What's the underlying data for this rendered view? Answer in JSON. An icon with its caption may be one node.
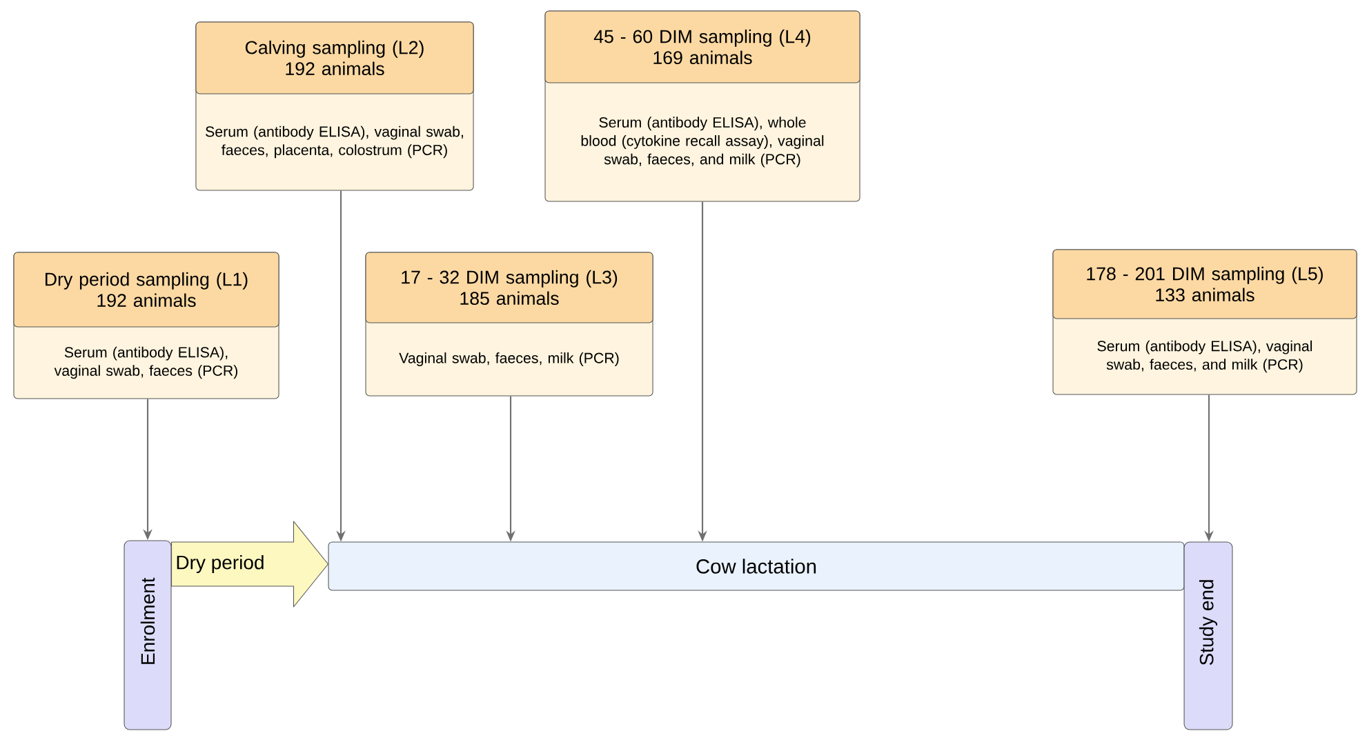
{
  "diagram": {
    "nodes": [
      {
        "text": [
          "Dry period sampling (L1)",
          "192 animals",
          "Serum (antibody ELISA), vaginal swab, faeces (PCR)"
        ]
      },
      {
        "text": [
          "Calving sampling (L2)",
          "192 animals",
          "Serum (antibody ELISA), vaginal swab, faeces, placenta, colostrum (PCR)"
        ]
      },
      {
        "text": [
          "17 - 32 DIM sampling (L3)",
          "185 animals",
          "Vaginal swab, faeces, milk (PCR)"
        ]
      },
      {
        "text": [
          "45 - 60 DIM sampling (L4)",
          "169 animals",
          "Serum (antibody ELISA), whole blood (cytokine recall assay), vaginal swab, faeces, and milk (PCR)"
        ]
      },
      {
        "text": [
          "178 - 201 DIM sampling (L5)",
          "133 animals",
          "Serum (antibody ELISA), vaginal swab, faeces, and milk (PCR)"
        ]
      },
      {
        "text": [
          "Enrolment"
        ]
      },
      {
        "text": [
          "Cow lactation"
        ]
      },
      {
        "text": [
          "Study end"
        ]
      }
    ],
    "edges": [
      {
        "from": 0,
        "to": 5,
        "arrow": "to"
      },
      {
        "from": 1,
        "to": 6,
        "arrow": "to"
      },
      {
        "from": 2,
        "to": 6,
        "arrow": "to"
      },
      {
        "from": 3,
        "to": 6,
        "arrow": "to"
      },
      {
        "from": 4,
        "to": 7,
        "arrow": "to"
      },
      {
        "from": 5,
        "to": 6,
        "arrow": "to",
        "label": "Dry period",
        "style": "thick",
        "color": "#fdf8c0"
      }
    ]
  }
}
